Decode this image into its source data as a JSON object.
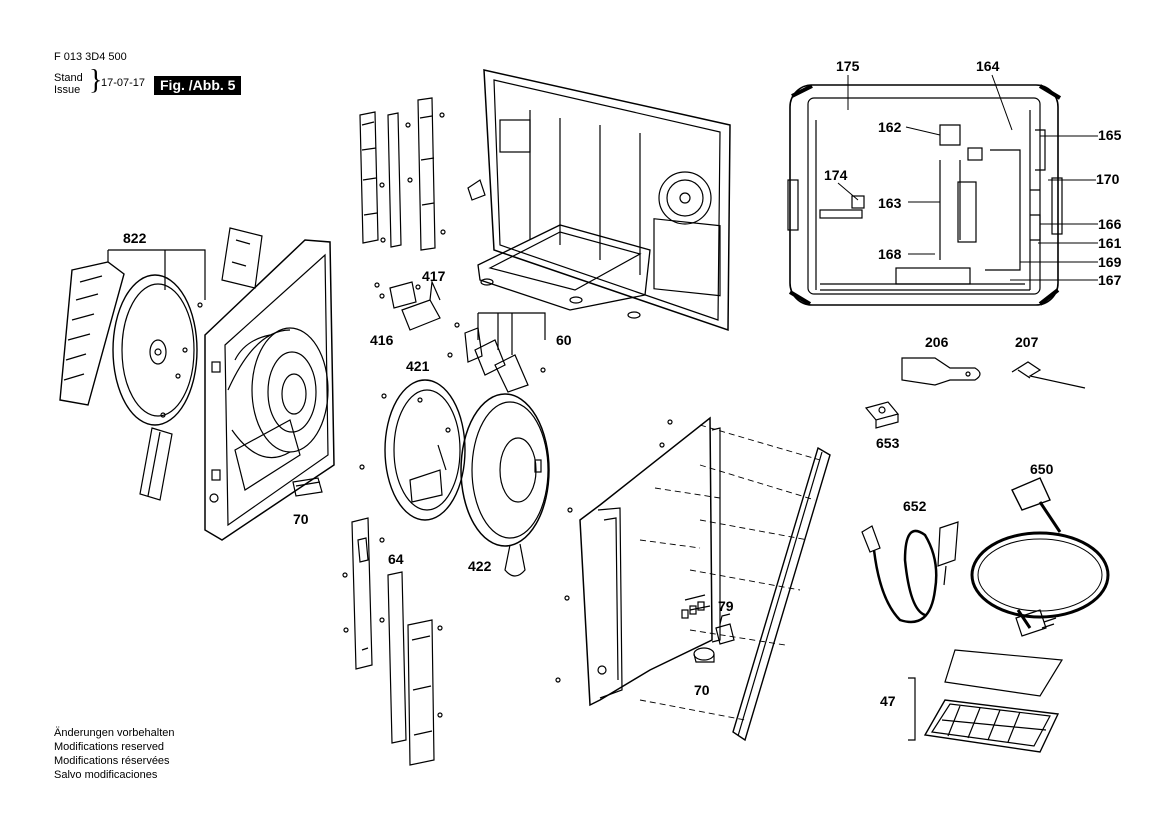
{
  "header": {
    "part_code": "F 013 3D4 500",
    "stand_label": "Stand",
    "issue_label": "Issue",
    "date": "17-07-17",
    "figure": "Fig. /Abb. 5"
  },
  "notes": [
    "Änderungen vorbehalten",
    "Modifications reserved",
    "Modifications réservées",
    "Salvo modificaciones"
  ],
  "parts": [
    {
      "id": "822"
    },
    {
      "id": "70"
    },
    {
      "id": "417"
    },
    {
      "id": "416"
    },
    {
      "id": "60"
    },
    {
      "id": "421"
    },
    {
      "id": "422"
    },
    {
      "id": "64"
    },
    {
      "id": "79"
    },
    {
      "id": "70b",
      "label": "70"
    },
    {
      "id": "175"
    },
    {
      "id": "164"
    },
    {
      "id": "162"
    },
    {
      "id": "165"
    },
    {
      "id": "174"
    },
    {
      "id": "170"
    },
    {
      "id": "163"
    },
    {
      "id": "166"
    },
    {
      "id": "161"
    },
    {
      "id": "168"
    },
    {
      "id": "169"
    },
    {
      "id": "167"
    },
    {
      "id": "206"
    },
    {
      "id": "207"
    },
    {
      "id": "653"
    },
    {
      "id": "650"
    },
    {
      "id": "652"
    },
    {
      "id": "47"
    }
  ]
}
